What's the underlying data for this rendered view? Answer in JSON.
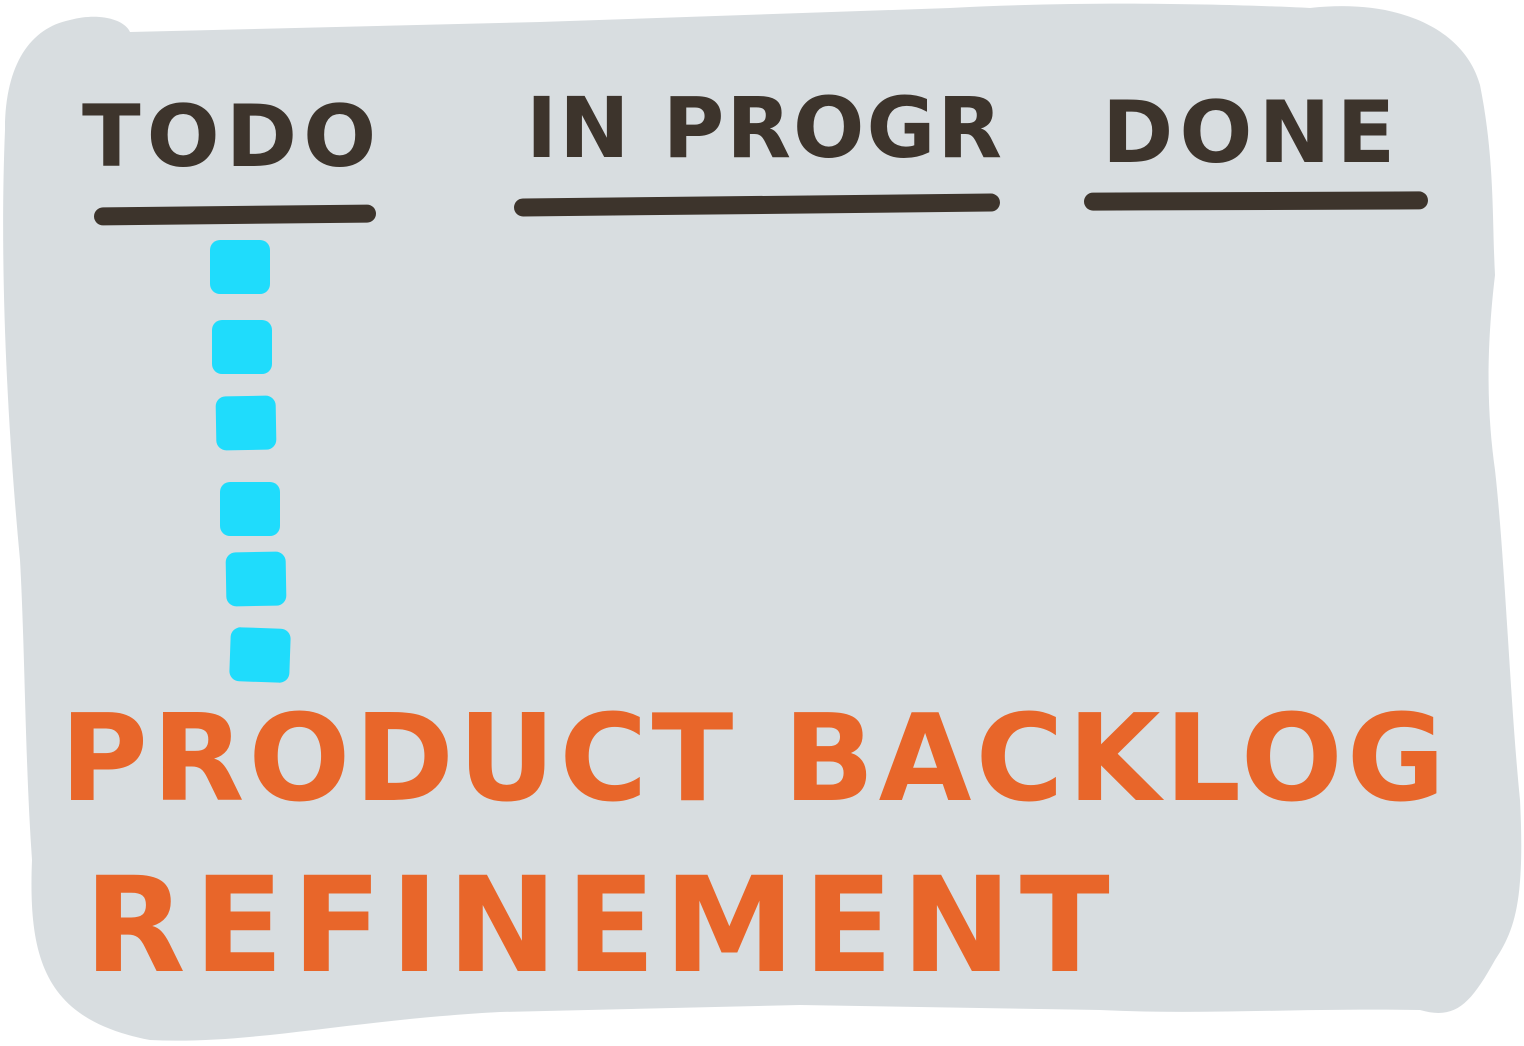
{
  "board": {
    "columns": [
      {
        "label": "TODO"
      },
      {
        "label": "IN PROGR"
      },
      {
        "label": "DONE"
      }
    ],
    "todo_cards": 6
  },
  "title": {
    "line1": "PRODUCT BACKLOG",
    "line2": "REFINEMENT"
  },
  "colors": {
    "background": "#d8dde0",
    "ink": "#3d342c",
    "accent": "#e8662a",
    "card": "#1fdcfc"
  }
}
